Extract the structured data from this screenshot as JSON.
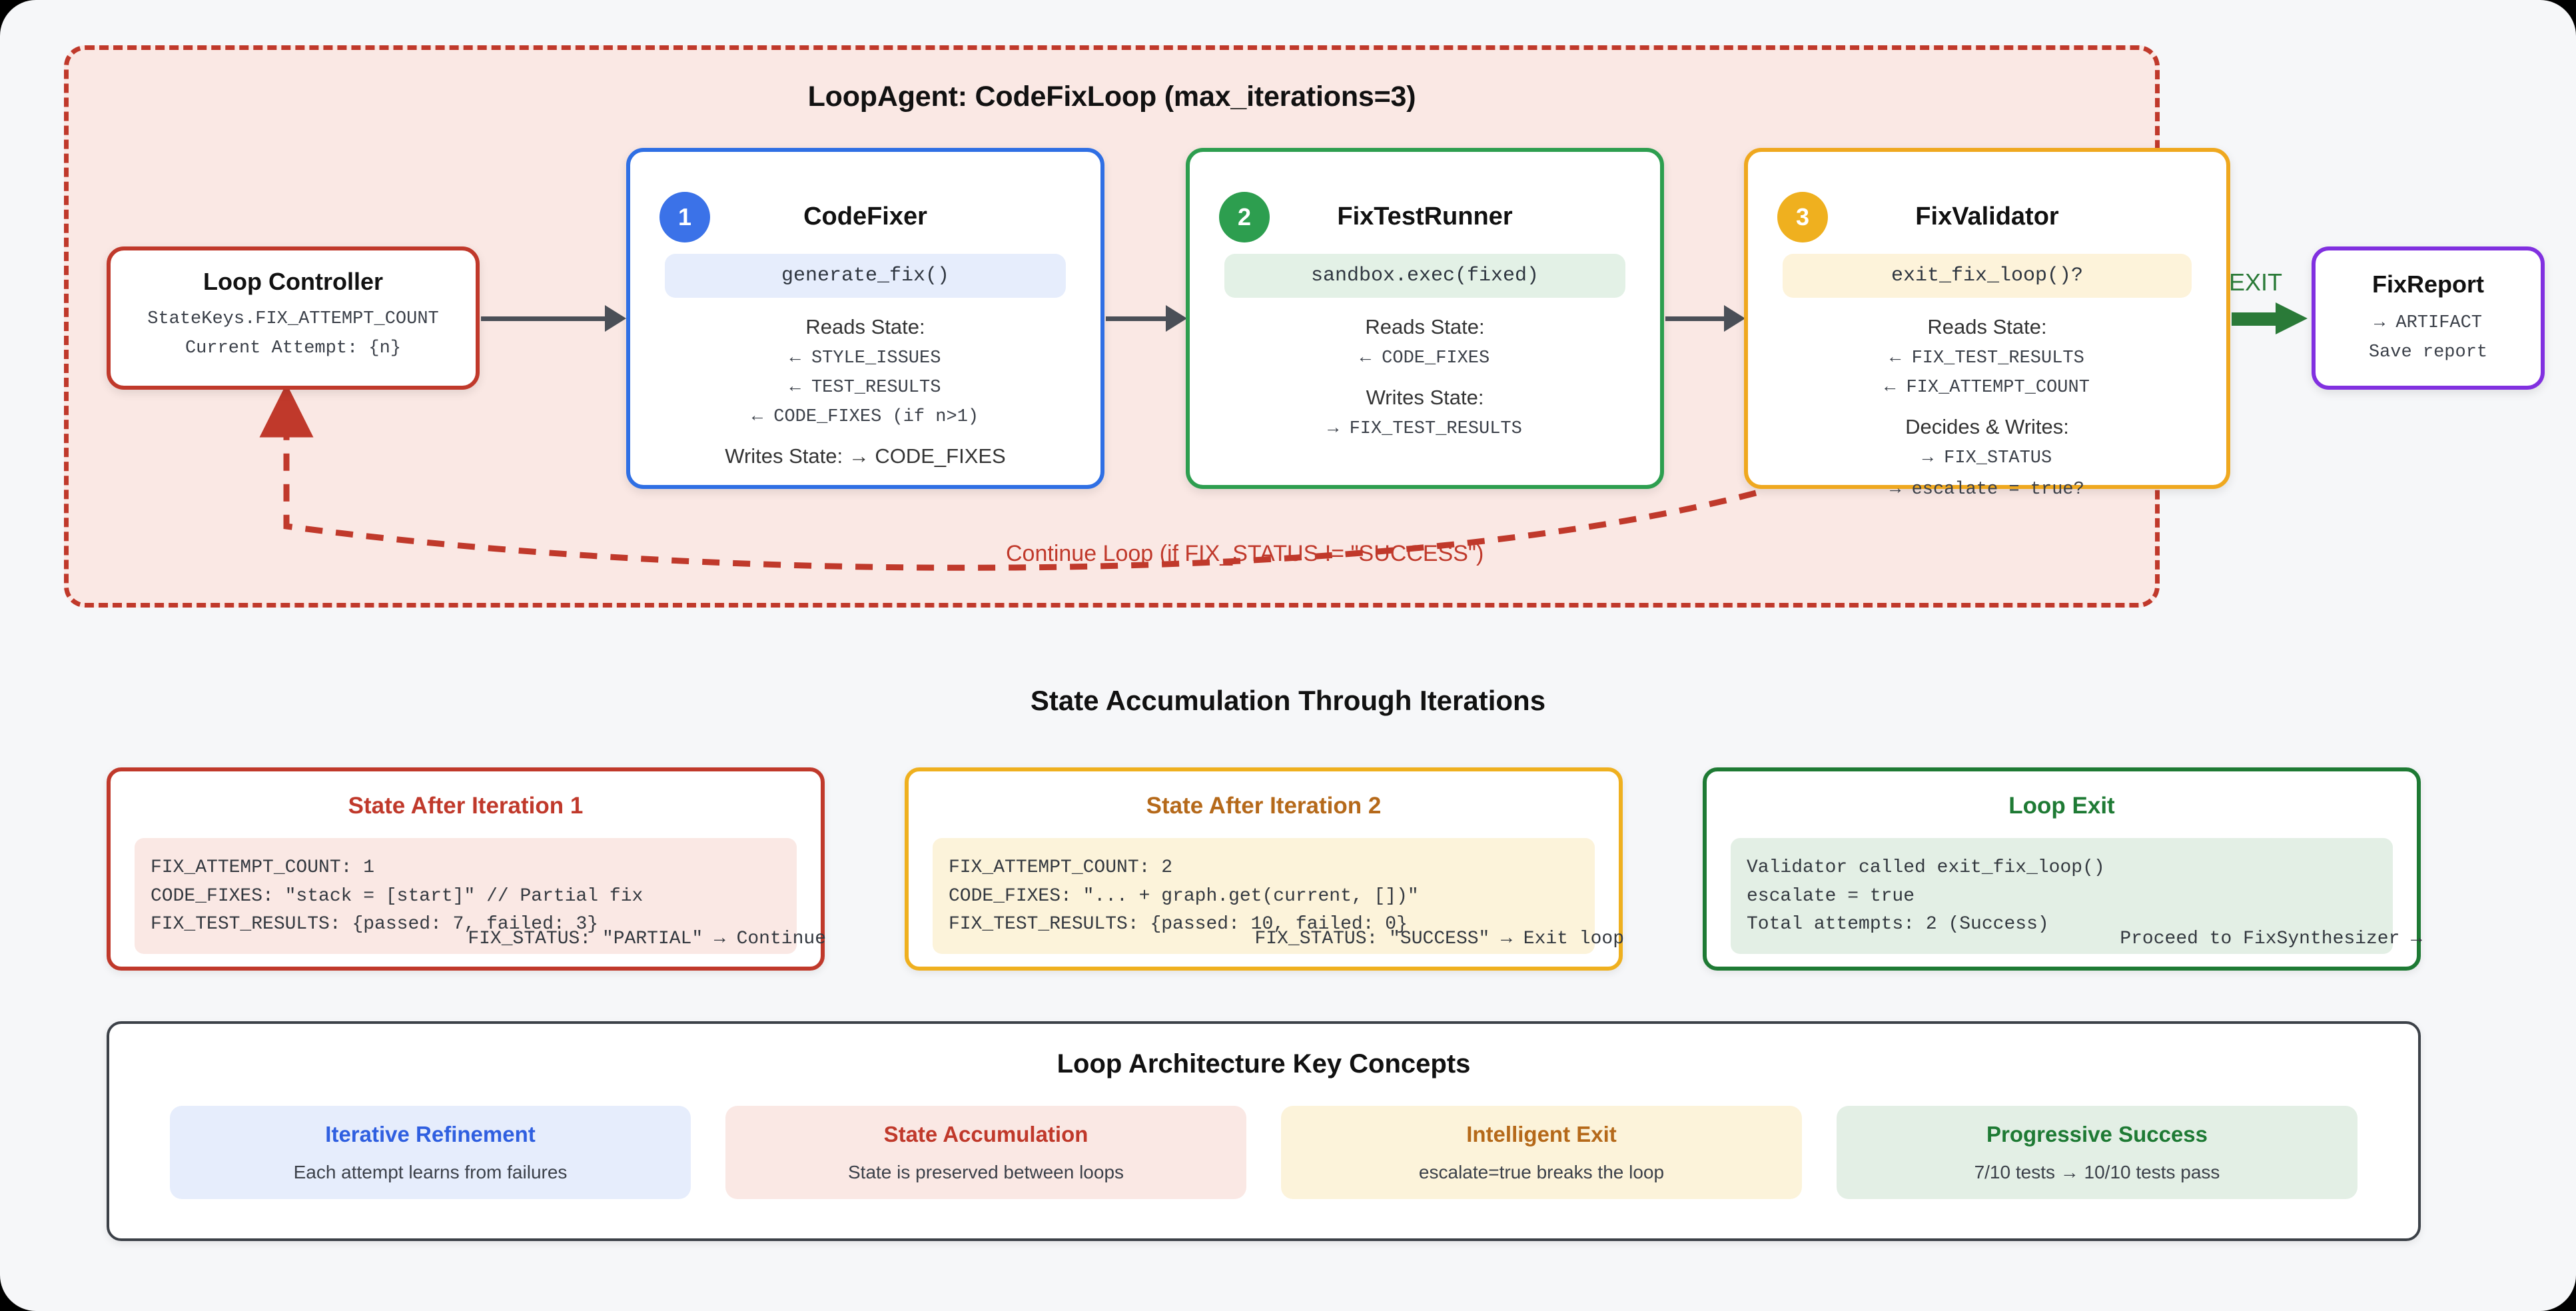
{
  "loop": {
    "title": "LoopAgent: CodeFixLoop (max_iterations=3)",
    "continue_label": "Continue Loop (if FIX_STATUS != \"SUCCESS\")",
    "exit_label": "EXIT"
  },
  "controller": {
    "title": "Loop Controller",
    "line1": "StateKeys.FIX_ATTEMPT_COUNT",
    "line2": "Current Attempt: {n}"
  },
  "nodes": [
    {
      "badge": "1",
      "title": "CodeFixer",
      "code": "generate_fix()",
      "reads_head": "Reads State:",
      "reads": [
        "← STYLE_ISSUES",
        "← TEST_RESULTS",
        "← CODE_FIXES (if n>1)"
      ],
      "writes_head": "Writes State: → CODE_FIXES",
      "writes": [],
      "color": "#2f6fe4"
    },
    {
      "badge": "2",
      "title": "FixTestRunner",
      "code": "sandbox.exec(fixed)",
      "reads_head": "Reads State:",
      "reads": [
        "← CODE_FIXES"
      ],
      "writes_head": "Writes State:",
      "writes": [
        "→ FIX_TEST_RESULTS"
      ],
      "color": "#2d9e4f"
    },
    {
      "badge": "3",
      "title": "FixValidator",
      "code": "exit_fix_loop()?",
      "reads_head": "Reads State:",
      "reads": [
        "← FIX_TEST_RESULTS",
        "← FIX_ATTEMPT_COUNT"
      ],
      "writes_head": "Decides & Writes:",
      "writes": [
        "→ FIX_STATUS"
      ],
      "overflow": "→ escalate = true?",
      "color": "#efa81f"
    }
  ],
  "report": {
    "title": "FixReport",
    "line1": "→ ARTIFACT",
    "line2": "Save report"
  },
  "state_section": {
    "heading": "State Accumulation Through Iterations",
    "cards": [
      {
        "title": "State After Iteration 1",
        "lines": [
          "FIX_ATTEMPT_COUNT: 1",
          "CODE_FIXES: \"stack = [start]\" // Partial fix",
          "FIX_TEST_RESULTS: {passed: 7, failed: 3}"
        ],
        "footer": "FIX_STATUS: \"PARTIAL\" → Continue"
      },
      {
        "title": "State After Iteration 2",
        "lines": [
          "FIX_ATTEMPT_COUNT: 2",
          "CODE_FIXES: \"... + graph.get(current, [])\"",
          "FIX_TEST_RESULTS: {passed: 10, failed: 0}"
        ],
        "footer": "FIX_STATUS: \"SUCCESS\" → Exit loop"
      },
      {
        "title": "Loop Exit",
        "lines": [
          "Validator called exit_fix_loop()",
          "escalate = true",
          "Total attempts: 2 (Success)"
        ],
        "footer": "Proceed to FixSynthesizer →"
      }
    ]
  },
  "concepts": {
    "title": "Loop Architecture Key Concepts",
    "items": [
      {
        "title": "Iterative Refinement",
        "desc": "Each attempt learns from failures"
      },
      {
        "title": "State Accumulation",
        "desc": "State is preserved between loops"
      },
      {
        "title": "Intelligent Exit",
        "desc": "escalate=true breaks the loop"
      },
      {
        "title": "Progressive Success",
        "desc": "7/10 tests → 10/10 tests pass"
      }
    ]
  },
  "colors": {
    "loop_border": "#c0392b",
    "loop_fill": "#fae8e4",
    "codefixer": "#2f6fe4",
    "testrunner": "#2d9e4f",
    "validator": "#efa81f",
    "report": "#8130e0",
    "exit": "#2a7a38",
    "page_bg": "#f6f7f9"
  }
}
